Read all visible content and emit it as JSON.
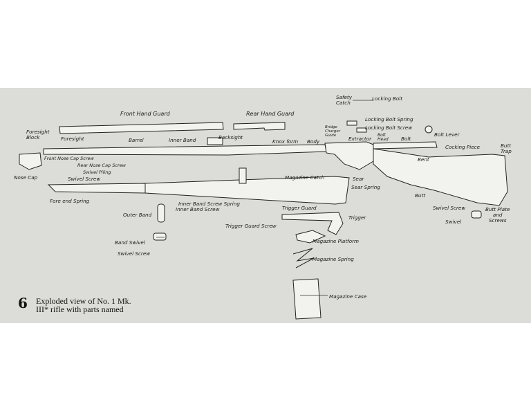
{
  "figure": {
    "number": "6",
    "caption_line1": "Exploded view of No. 1 Mk.",
    "caption_line2": "III* rifle with parts named"
  },
  "labels": {
    "safety_catch": "Safety\nCatch",
    "locking_bolt": "Locking Bolt",
    "front_hand_guard": "Front Hand Guard",
    "rear_hand_guard": "Rear Hand Guard",
    "locking_bolt_spring": "Locking Bolt Spring",
    "locking_bolt_screw": "Locking Bolt Screw",
    "bridge_charger_guide": "Bridge\nCharger\nGuide",
    "bolt_lever": "Bolt Lever",
    "foresight_block": "Foresight\nBlock",
    "foresight": "Foresight",
    "barrel": "Barrel",
    "inner_band": "Inner Band",
    "backsight": "Backsight",
    "knox_form": "Knox form",
    "body": "Body",
    "extractor": "Extractor",
    "bolt_head": "Bolt\nHead",
    "bolt": "Bolt",
    "cocking_piece": "Cocking Piece",
    "butt_trap": "Butt\nTrap",
    "front_nose_cap_screw": "Front Nose Cap Screw",
    "rear_nose_cap_screw": "Rear Nose Cap Screw",
    "swivel_piling": "Swivel Piling",
    "bent": "Bent",
    "nose_cap": "Nose Cap",
    "swivel_screw_front": "Swivel Screw",
    "magazine_catch": "Magazine Catch",
    "sear": "Sear",
    "sear_spring": "Sear Spring",
    "fore_end_spring": "Fore end Spring",
    "inner_band_screw_spring": "Inner Band Screw Spring",
    "inner_band_screw": "Inner Band Screw",
    "butt": "Butt",
    "swivel_screw_butt": "Swivel Screw",
    "butt_plate_and_screws": "Butt Plate\nand\nScrews",
    "outer_band": "Outer Band",
    "trigger_guard": "Trigger Guard",
    "trigger": "Trigger",
    "swivel": "Swivel",
    "trigger_guard_screw": "Trigger Guard Screw",
    "magazine_platform": "Magazine Platform",
    "band_swivel": "Band Swivel",
    "swivel_screw_band": "Swivel Screw",
    "magazine_spring": "Magazine Spring",
    "magazine_case": "Magazine Case"
  }
}
